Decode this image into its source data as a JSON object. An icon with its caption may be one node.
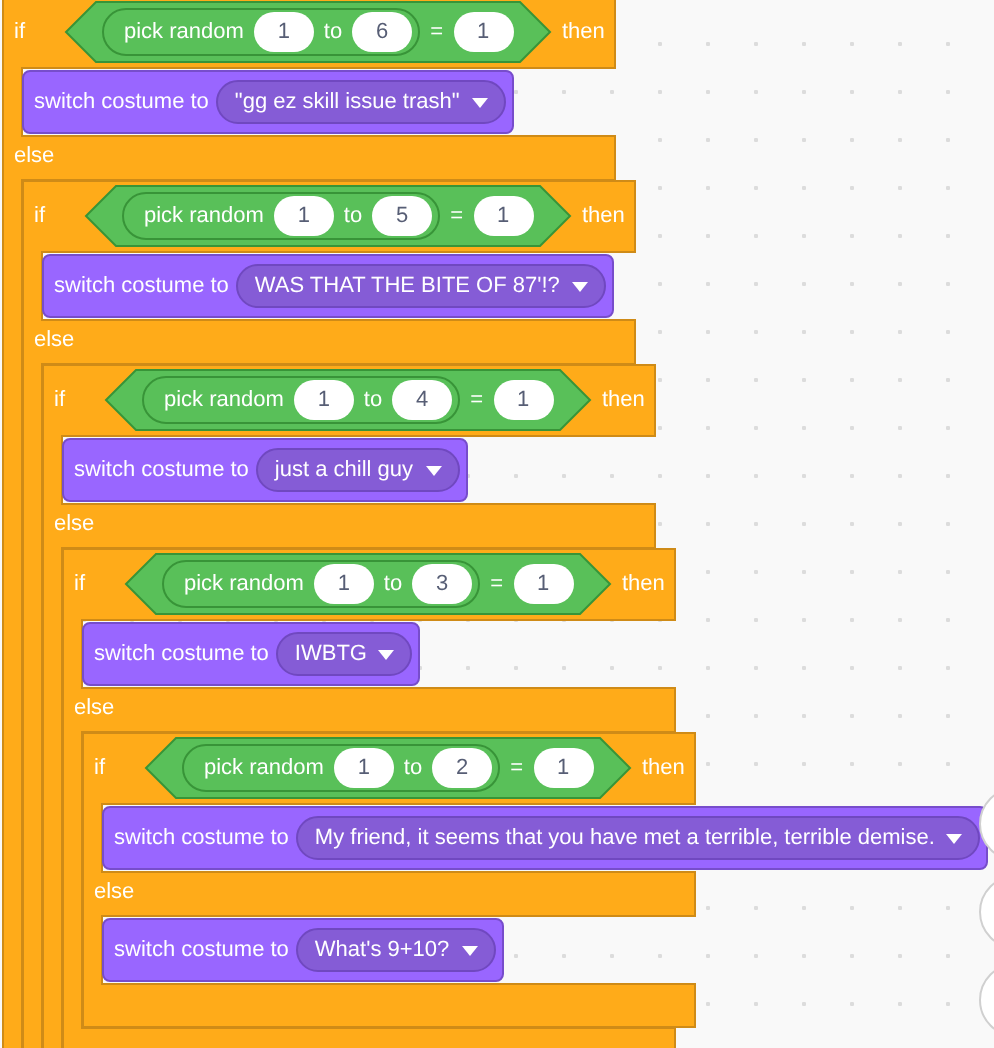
{
  "diagram": {
    "nodes": [
      {
        "text": [
          "if",
          "then",
          "else"
        ]
      },
      {
        "text": [
          "="
        ],
        "in": 0
      },
      {
        "text": [
          "pick random",
          "to"
        ],
        "in": 1
      },
      {
        "text": [
          "1"
        ],
        "in": 2
      },
      {
        "text": [
          "6"
        ],
        "in": 2
      },
      {
        "text": [
          "1"
        ],
        "in": 1
      },
      {
        "text": [
          "switch costume to"
        ],
        "in": 0
      },
      {
        "text": [
          "\"gg ez skill issue trash\""
        ],
        "in": 6
      },
      {
        "text": [
          "if",
          "then",
          "else"
        ],
        "in": 0
      },
      {
        "text": [
          "="
        ],
        "in": 8
      },
      {
        "text": [
          "pick random",
          "to"
        ],
        "in": 9
      },
      {
        "text": [
          "1"
        ],
        "in": 10
      },
      {
        "text": [
          "5"
        ],
        "in": 10
      },
      {
        "text": [
          "1"
        ],
        "in": 9
      },
      {
        "text": [
          "switch costume to"
        ],
        "in": 8
      },
      {
        "text": [
          "WAS THAT THE BITE OF 87'!?"
        ],
        "in": 14
      },
      {
        "text": [
          "if",
          "then",
          "else"
        ],
        "in": 8
      },
      {
        "text": [
          "="
        ],
        "in": 16
      },
      {
        "text": [
          "pick random",
          "to"
        ],
        "in": 17
      },
      {
        "text": [
          "1"
        ],
        "in": 18
      },
      {
        "text": [
          "4"
        ],
        "in": 18
      },
      {
        "text": [
          "1"
        ],
        "in": 17
      },
      {
        "text": [
          "switch costume to"
        ],
        "in": 16
      },
      {
        "text": [
          "just a chill guy"
        ],
        "in": 22
      },
      {
        "text": [
          "if",
          "then",
          "else"
        ],
        "in": 16
      },
      {
        "text": [
          "="
        ],
        "in": 24
      },
      {
        "text": [
          "pick random",
          "to"
        ],
        "in": 25
      },
      {
        "text": [
          "1"
        ],
        "in": 26
      },
      {
        "text": [
          "3"
        ],
        "in": 26
      },
      {
        "text": [
          "1"
        ],
        "in": 25
      },
      {
        "text": [
          "switch costume to"
        ],
        "in": 24
      },
      {
        "text": [
          "IWBTG"
        ],
        "in": 30
      },
      {
        "text": [
          "if",
          "then",
          "else"
        ],
        "in": 24
      },
      {
        "text": [
          "="
        ],
        "in": 32
      },
      {
        "text": [
          "pick random",
          "to"
        ],
        "in": 33
      },
      {
        "text": [
          "1"
        ],
        "in": 34
      },
      {
        "text": [
          "2"
        ],
        "in": 34
      },
      {
        "text": [
          "1"
        ],
        "in": 33
      },
      {
        "text": [
          "switch costume to"
        ]
      },
      {
        "text": [
          "My friend, it seems that you have met a terrible, terrible demise."
        ],
        "in": 38
      },
      {
        "text": [
          "switch costume to"
        ],
        "in": 32
      },
      {
        "text": [
          "What's 9+10?"
        ],
        "in": 40
      }
    ]
  }
}
